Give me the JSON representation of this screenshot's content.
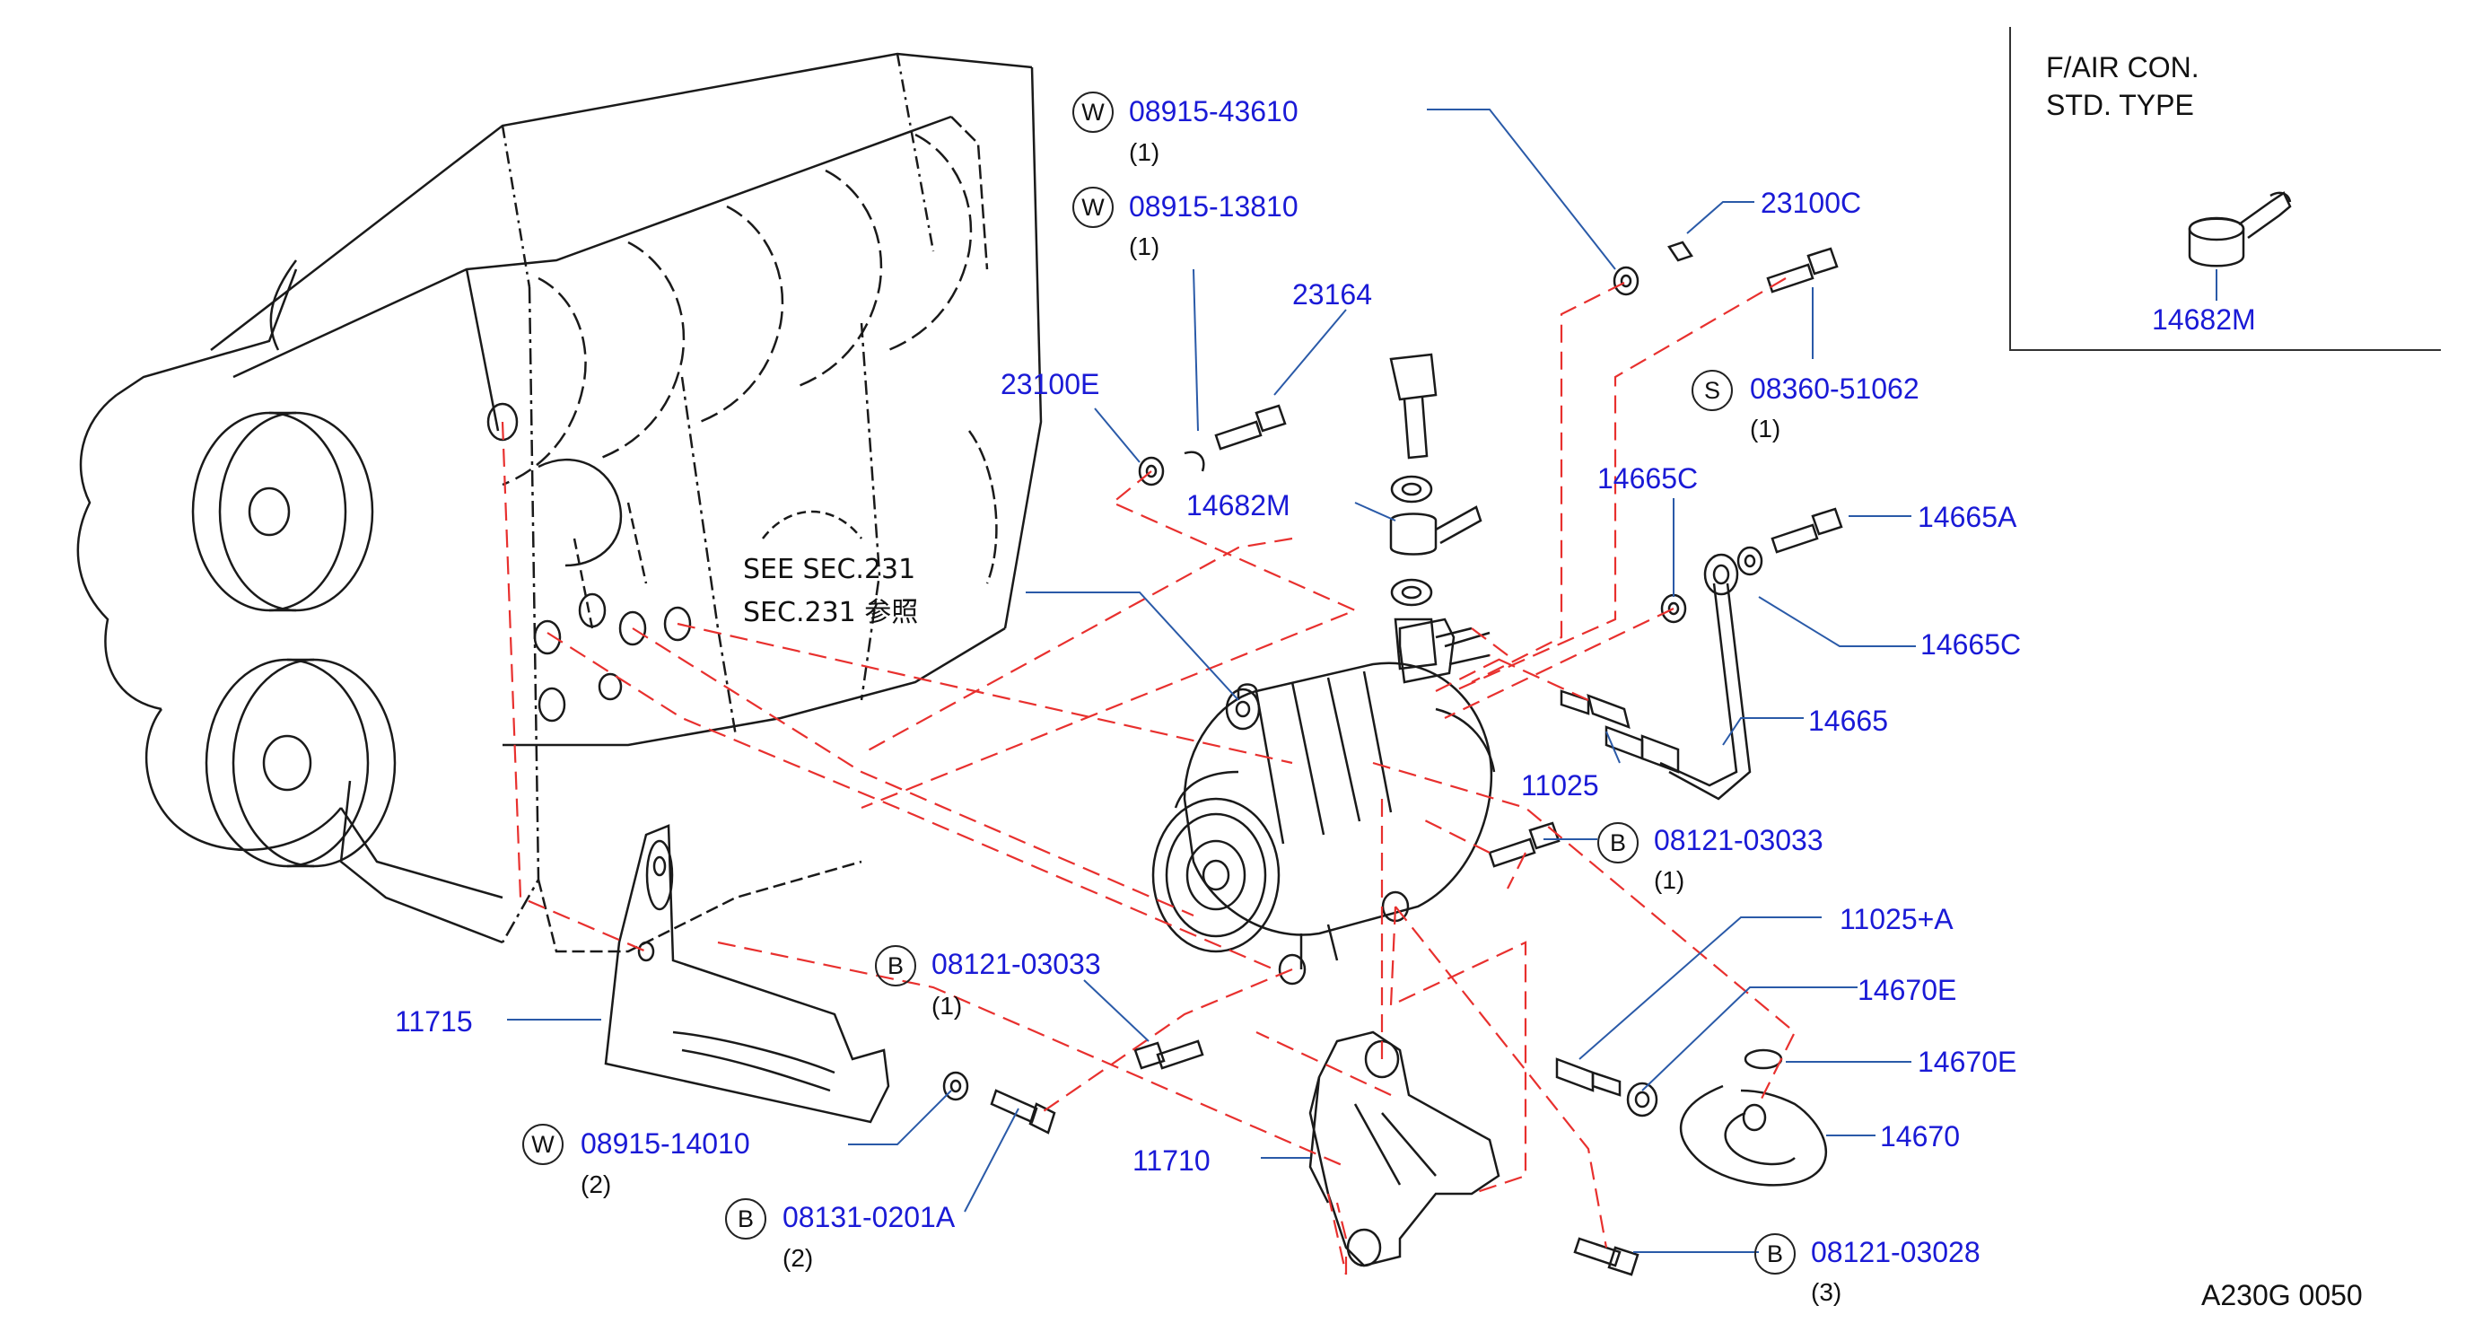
{
  "inset": {
    "line1": "F/AIR  CON.",
    "line2": "STD.  TYPE",
    "part": "14682M"
  },
  "see_ref": {
    "line1": "SEE   SEC.231",
    "line2": "SEC.231       参照"
  },
  "drawing_code": "A230G  0050",
  "callouts": {
    "w_08915_43610": {
      "marker": "W",
      "number": "08915-43610",
      "qty": "(1)"
    },
    "w_08915_13810": {
      "marker": "W",
      "number": "08915-13810",
      "qty": "(1)"
    },
    "p_23164": {
      "number": "23164"
    },
    "p_23100E": {
      "number": "23100E"
    },
    "p_23100C": {
      "number": "23100C"
    },
    "s_08360_51062": {
      "marker": "S",
      "number": "08360-51062",
      "qty": "(1)"
    },
    "p_14682M": {
      "number": "14682M"
    },
    "p_14665C_top": {
      "number": "14665C"
    },
    "p_14665A": {
      "number": "14665A"
    },
    "p_14665C_right": {
      "number": "14665C"
    },
    "p_14665": {
      "number": "14665"
    },
    "p_11025": {
      "number": "11025"
    },
    "b_08121_03033_right": {
      "marker": "B",
      "number": "08121-03033",
      "qty": "(1)"
    },
    "b_08121_03033_left": {
      "marker": "B",
      "number": "08121-03033",
      "qty": "(1)"
    },
    "p_11025A": {
      "number": "11025+A"
    },
    "p_14670E_a": {
      "number": "14670E"
    },
    "p_14670E_b": {
      "number": "14670E"
    },
    "p_14670": {
      "number": "14670"
    },
    "p_11715": {
      "number": "11715"
    },
    "p_11710": {
      "number": "11710"
    },
    "w_08915_14010": {
      "marker": "W",
      "number": "08915-14010",
      "qty": "(2)"
    },
    "b_08131_0201A": {
      "marker": "B",
      "number": "08131-0201A",
      "qty": "(2)"
    },
    "b_08121_03028": {
      "marker": "B",
      "number": "08121-03028",
      "qty": "(3)"
    }
  }
}
